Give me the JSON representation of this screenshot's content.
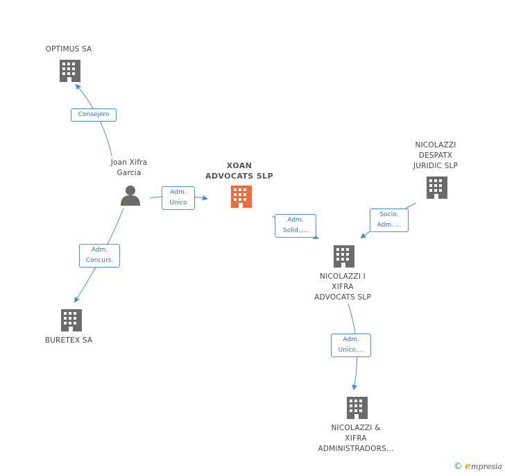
{
  "nodes": {
    "optimus": {
      "lines": [
        "OPTIMUS SA"
      ]
    },
    "joan": {
      "lines": [
        "Joan Xifra",
        "Garcia"
      ]
    },
    "xoan": {
      "lines": [
        "XOAN",
        "ADVOCATS SLP"
      ]
    },
    "nicolazzi_despatx": {
      "lines": [
        "NICOLAZZI",
        "DESPATX",
        "JURIDIC SLP"
      ]
    },
    "nicolazzi_advocats": {
      "lines": [
        "NICOLAZZI I",
        "XIFRA",
        "ADVOCATS  SLP"
      ]
    },
    "buretex": {
      "lines": [
        "BURETEX SA"
      ]
    },
    "nicolazzi_admin": {
      "lines": [
        "NICOLAZZI &",
        "XIFRA",
        "ADMINISTRADORS..."
      ]
    }
  },
  "edges": {
    "consejero": {
      "lines": [
        "Consejero"
      ]
    },
    "adm_unico": {
      "lines": [
        "Adm.",
        "Unico"
      ]
    },
    "adm_solid": {
      "lines": [
        "Adm.",
        "Solid.,..."
      ]
    },
    "socio": {
      "lines": [
        "Socio,",
        "Adm. ..."
      ]
    },
    "adm_concurs": {
      "lines": [
        "Adm.",
        "Concurs."
      ]
    },
    "adm_unico2": {
      "lines": [
        "Adm.",
        "Unico,..."
      ]
    }
  },
  "colors": {
    "edge": "#4a90d9",
    "icon": "#6b6b6b",
    "highlight": "#f26b3a"
  },
  "icons": {
    "company": "building-icon",
    "person": "person-icon"
  },
  "footer": {
    "copyright": "©",
    "brand_initial": "e",
    "brand_rest": "mpresia"
  }
}
